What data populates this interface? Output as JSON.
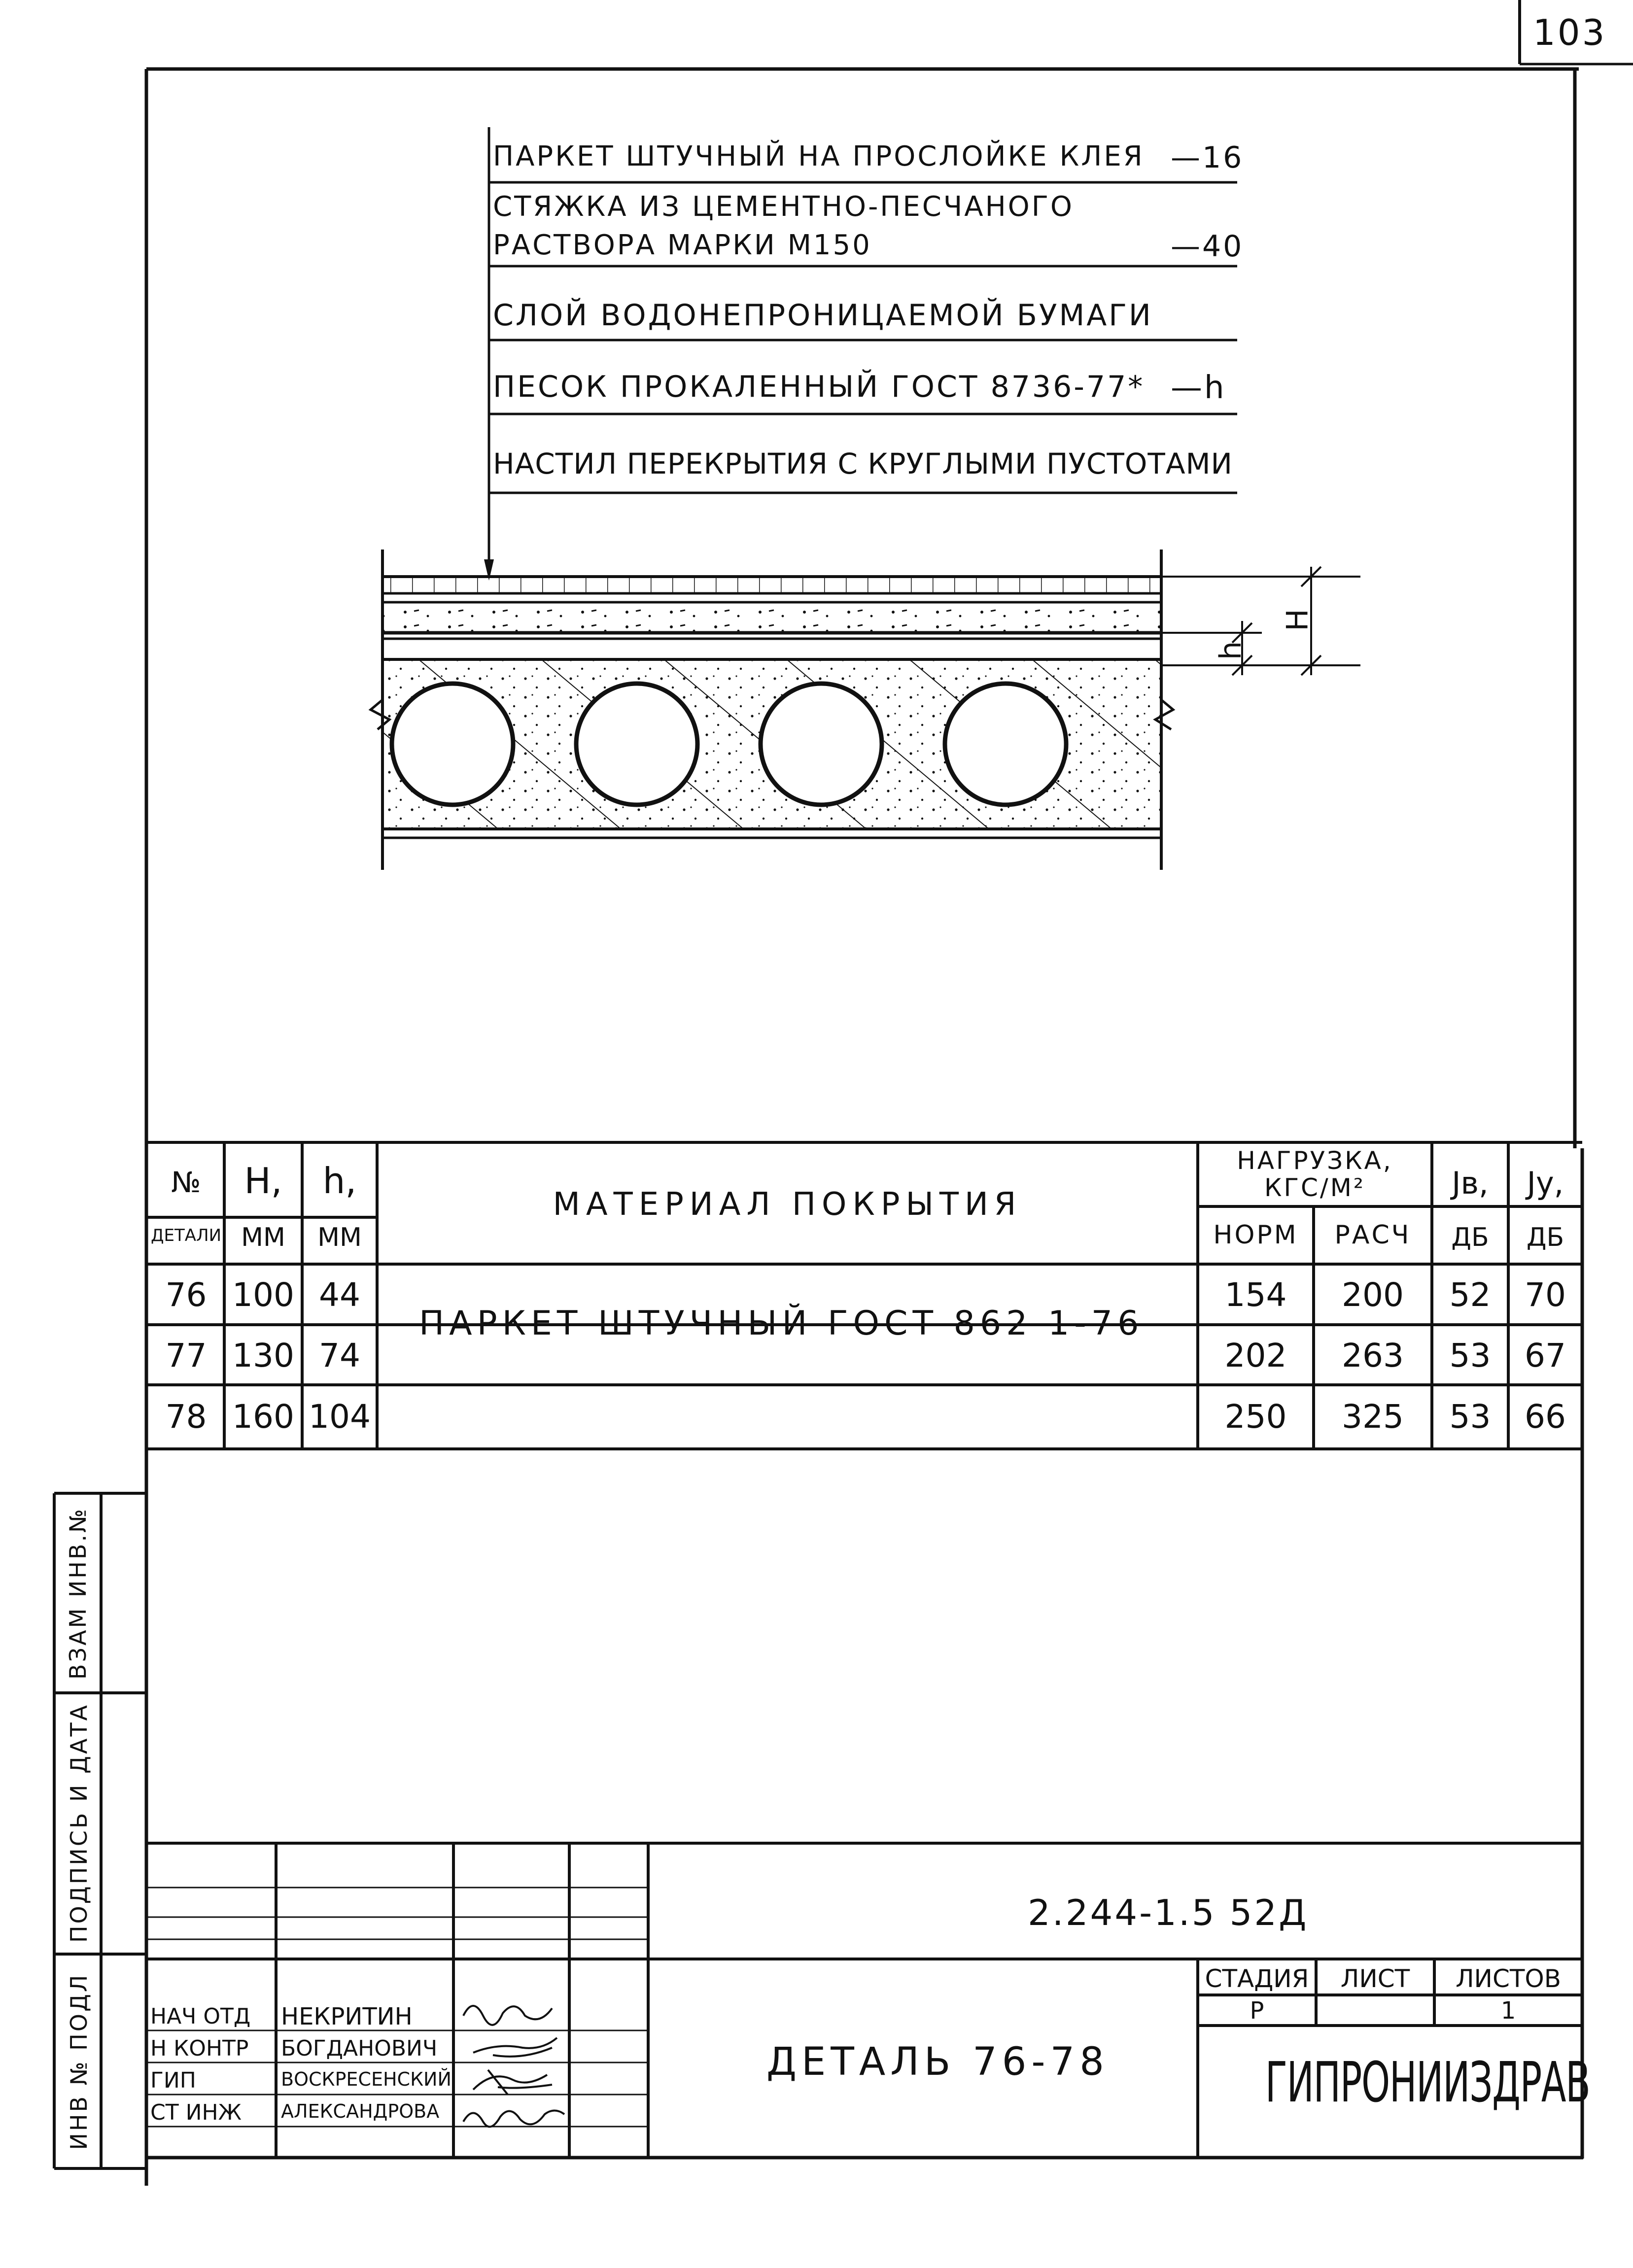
{
  "sheet_number": "103",
  "layers": [
    {
      "name": "ПАРКЕТ ШТУЧНЫЙ НА ПРОСЛОЙКЕ КЛЕЯ",
      "thickness": "—16"
    },
    {
      "name_line1": "СТЯЖКА ИЗ ЦЕМЕНТНО-ПЕСЧАНОГО",
      "name_line2": "РАСТВОРА МАРКИ М150",
      "thickness": "—40"
    },
    {
      "name": "СЛОЙ ВОДОНЕПРОНИЦАЕМОЙ БУМАГИ"
    },
    {
      "name": "ПЕСОК ПРОКАЛЕННЫЙ ГОСТ 8736-77*",
      "thickness": "—h"
    },
    {
      "name": "НАСТИЛ ПЕРЕКРЫТИЯ С КРУГЛЫМИ ПУСТОТАМИ"
    }
  ],
  "dims": {
    "H": "H",
    "h": "h"
  },
  "table": {
    "headers": {
      "no_line1": "№",
      "no_line2": "ДЕТАЛИ",
      "H_line1": "H,",
      "H_line2": "ММ",
      "h_line1": "h,",
      "h_line2": "ММ",
      "material": "МАТЕРИАЛ ПОКРЫТИЯ",
      "load_line1": "НАГРУЗКА,",
      "load_line2": "КГС/М²",
      "norm": "НОРМ",
      "calc": "РАСЧ",
      "jb_line1": "Jв,",
      "jb_line2": "ДБ",
      "jy_line1": "Jу,",
      "jy_line2": "ДБ"
    },
    "material": "ПАРКЕТ ШТУЧНЫЙ ГОСТ 862 1-76",
    "rows": [
      {
        "no": "76",
        "H": "100",
        "h": "44",
        "norm": "154",
        "calc": "200",
        "jb": "52",
        "jy": "70"
      },
      {
        "no": "77",
        "H": "130",
        "h": "74",
        "norm": "202",
        "calc": "263",
        "jb": "53",
        "jy": "67"
      },
      {
        "no": "78",
        "H": "160",
        "h": "104",
        "norm": "250",
        "calc": "325",
        "jb": "53",
        "jy": "66"
      }
    ]
  },
  "side_stamp": {
    "inv_vzam": "ВЗАМ ИНВ.№",
    "podpis": "ПОДПИСЬ И ДАТА",
    "inv_podl": "ИНВ № ПОДЛ"
  },
  "title_block": {
    "doc_code": "2.244-1.5 52Д",
    "title": "ДЕТАЛЬ 76-78",
    "stage_label": "СТАДИЯ",
    "sheet_label": "ЛИСТ",
    "sheets_label": "ЛИСТОВ",
    "stage": "Р",
    "sheets": "1",
    "org": "ГИПРОНИИЗДРАВ",
    "people": [
      {
        "role": "НАЧ ОТД",
        "name": "НЕКРИТИН",
        "sign": "Lore"
      },
      {
        "role": "Н КОНТР",
        "name": "БОГДАНОВИЧ",
        "sign": ""
      },
      {
        "role": "ГИП",
        "name": "ВОСКРЕСЕНСКИЙ",
        "sign": ""
      },
      {
        "role": "СТ ИНЖ",
        "name": "АЛЕКСАНДРОВА",
        "sign": "Алexs"
      }
    ]
  }
}
